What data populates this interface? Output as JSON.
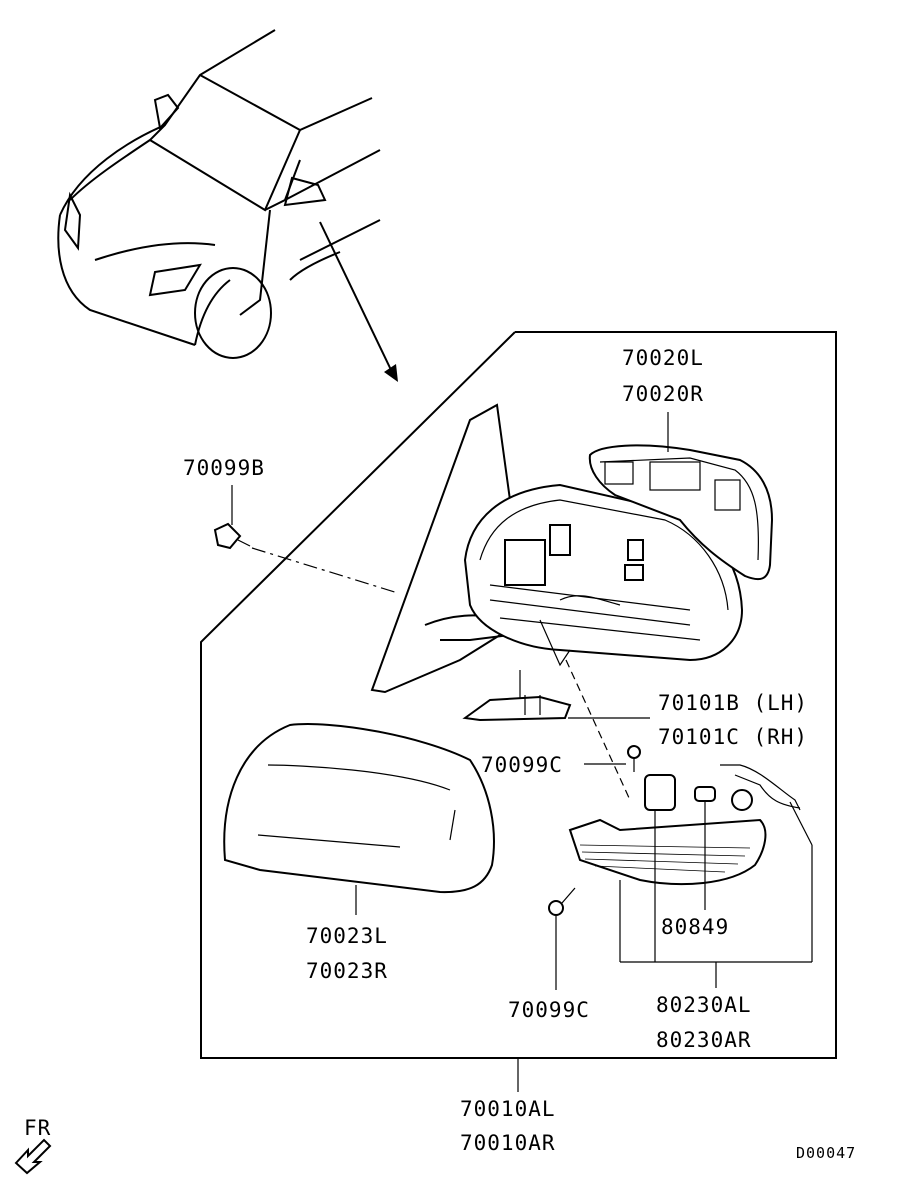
{
  "diagram_code": "D00047",
  "direction_label": "FR",
  "parts": {
    "glass_l": "70020L",
    "glass_r": "70020R",
    "bolt_b": "70099B",
    "cover_lh": "70101B (LH)",
    "cover_rh": "70101C (RH)",
    "screw_c_upper": "70099C",
    "screw_c_lower": "70099C",
    "cap_l": "70023L",
    "cap_r": "70023R",
    "bulb": "80849",
    "lamp_al": "80230AL",
    "lamp_ar": "80230AR",
    "mirror_al": "70010AL",
    "mirror_ar": "70010AR"
  }
}
